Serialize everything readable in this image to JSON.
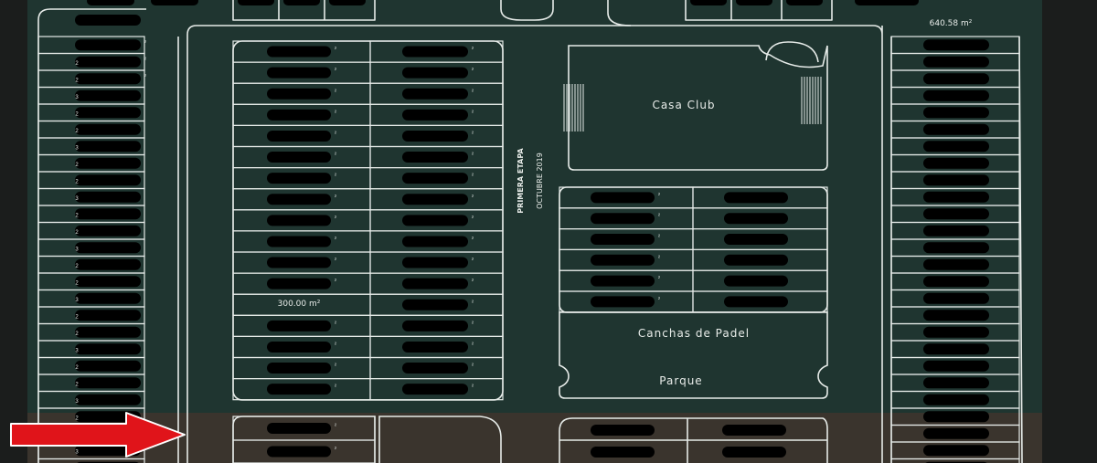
{
  "map": {
    "labels": {
      "top_right_area": "640.58 m²",
      "lot_area_sample": "300.00 m²",
      "club_house": "Casa Club",
      "padel_courts": "Canchas de Padel",
      "park": "Parque",
      "stage_line1": "PRIMERA ETAPA",
      "stage_line2": "OCTUBRE 2019",
      "lot_digit_3": "3",
      "lot_digit_2": "2",
      "area_unit_mark": "²"
    },
    "colors": {
      "phase_one_fill": "#1f3530",
      "phase_two_fill": "#3a342d",
      "background": "#1b1d1c",
      "line": "#e6ebe8",
      "redaction": "#000000",
      "arrow": "#e0141a"
    },
    "highlight_arrow": "red-arrow-pointing-right",
    "redacted": true
  }
}
